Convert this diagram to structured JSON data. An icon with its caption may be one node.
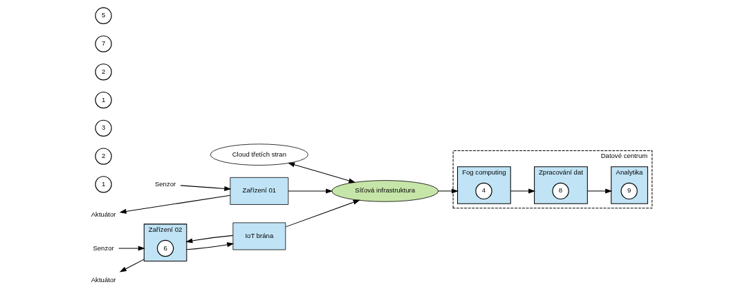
{
  "diagram": {
    "nodes": [
      {
        "text": [
          "Datové centrum"
        ]
      },
      {
        "text": [
          "Cloud třetích stran"
        ]
      },
      {
        "text": [
          "Fog computing"
        ],
        "in": 0
      },
      {
        "text": [
          "4"
        ],
        "in": 2
      },
      {
        "text": [
          "Zpracování dat"
        ],
        "in": 0
      },
      {
        "text": [
          "8"
        ],
        "in": 4
      },
      {
        "text": [
          "Analytika"
        ],
        "in": 0
      },
      {
        "text": [
          "9"
        ],
        "in": 6
      },
      {
        "text": [
          "1"
        ]
      },
      {
        "text": [
          "Senzor"
        ]
      },
      {
        "text": [
          "Zařízení 01"
        ]
      },
      {
        "text": [
          "Aktuátor"
        ]
      },
      {
        "text": [
          "2"
        ]
      },
      {
        "text": [
          "Síťová infrastruktura"
        ]
      },
      {
        "text": [
          "3"
        ]
      },
      {
        "text": [
          "1"
        ]
      },
      {
        "text": [
          "Senzor"
        ]
      },
      {
        "text": [
          "Zařízení 02"
        ]
      },
      {
        "text": [
          "IoT brána"
        ]
      },
      {
        "text": [
          "2"
        ]
      },
      {
        "text": [
          "6"
        ],
        "in": 17
      },
      {
        "text": [
          "Aktuátor"
        ]
      },
      {
        "text": [
          "7"
        ]
      },
      {
        "text": [
          "5"
        ]
      }
    ],
    "edges": [
      {
        "from": 9,
        "to": 10,
        "arrow": "to"
      },
      {
        "from": 10,
        "to": 11,
        "arrow": "to"
      },
      {
        "from": 10,
        "to": 13,
        "arrow": "to"
      },
      {
        "from": 1,
        "to": 13,
        "arrow": "both"
      },
      {
        "from": 13,
        "to": 2,
        "arrow": "to"
      },
      {
        "from": 18,
        "to": 13,
        "arrow": "to"
      },
      {
        "from": 16,
        "to": 17,
        "arrow": "to"
      },
      {
        "from": 17,
        "to": 21,
        "arrow": "to"
      },
      {
        "from": 17,
        "to": 18,
        "arrow": "to"
      },
      {
        "from": 18,
        "to": 17,
        "arrow": "to"
      },
      {
        "from": 2,
        "to": 4,
        "arrow": "to"
      },
      {
        "from": 4,
        "to": 6,
        "arrow": "to"
      }
    ]
  }
}
